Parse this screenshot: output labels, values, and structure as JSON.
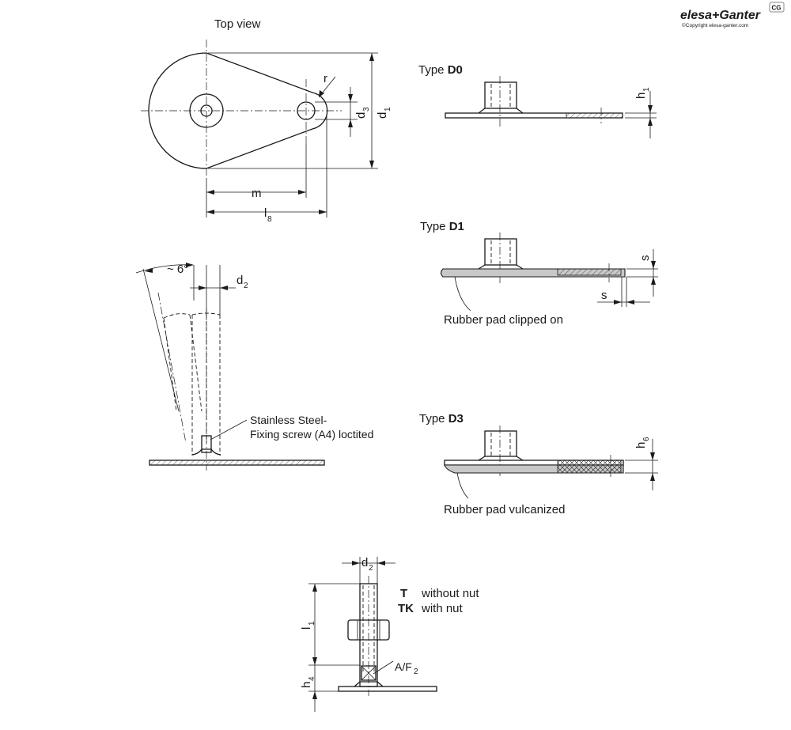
{
  "brand": {
    "logo_text": "elesa+Ganter",
    "copyright": "©Copyright elesa-ganter.com",
    "badge": "CG"
  },
  "top_view": {
    "title": "Top view",
    "dims": {
      "r": "r",
      "d3": "d",
      "d3_sub": "3",
      "d1": "d",
      "d1_sub": "1",
      "m": "m",
      "l8": "l",
      "l8_sub": "8"
    }
  },
  "side_view": {
    "angle": "~ 6°",
    "d2": "d",
    "d2_sub": "2",
    "screw_line1": "Stainless Steel-",
    "screw_line2": "Fixing screw (A4) loctited"
  },
  "type_d0": {
    "prefix": "Type ",
    "code": "D0",
    "h1": "h",
    "h1_sub": "1"
  },
  "type_d1": {
    "prefix": "Type ",
    "code": "D1",
    "s_vertical": "s",
    "s_horizontal": "s",
    "pad_note": "Rubber pad clipped on"
  },
  "type_d3": {
    "prefix": "Type ",
    "code": "D3",
    "h6": "h",
    "h6_sub": "6",
    "pad_note": "Rubber pad vulcanized"
  },
  "stud": {
    "d2": "d",
    "d2_sub": "2",
    "l1": "l",
    "l1_sub": "1",
    "h4": "h",
    "h4_sub": "4",
    "af": "A/F",
    "af_sub": "2",
    "legend": [
      {
        "code": "T",
        "text": "without nut"
      },
      {
        "code": "TK",
        "text": "with nut"
      }
    ]
  }
}
